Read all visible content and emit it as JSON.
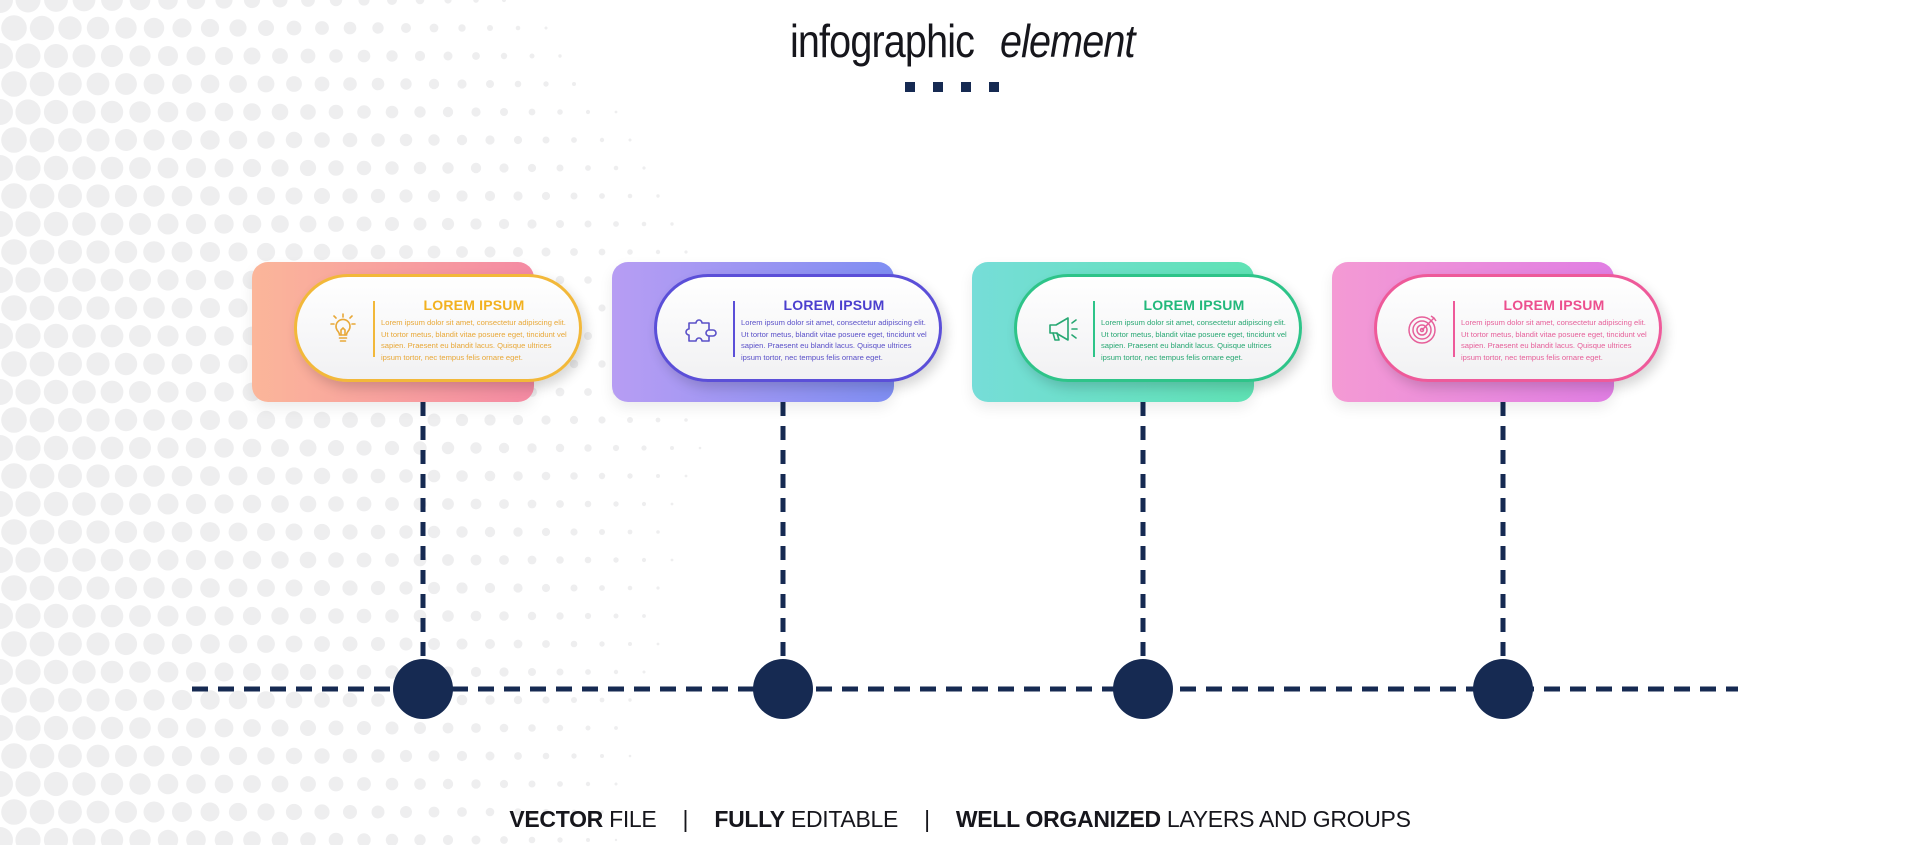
{
  "title": {
    "main": "infographic",
    "accent": "element"
  },
  "colors": {
    "navy": "#162a52",
    "step1": "#f2b83a",
    "step2": "#5b4fd8",
    "step3": "#2ec489",
    "step4": "#ee5a9a"
  },
  "steps": [
    {
      "title": "LOREM IPSUM",
      "icon": "lightbulb-icon",
      "body": "Lorem ipsum dolor sit amet, consectetur adipiscing elit. Ut tortor metus, blandit vitae posuere eget, tincidunt vel sapien. Praesent eu blandit lacus. Quisque ultrices ipsum tortor, nec tempus felis ornare eget."
    },
    {
      "title": "LOREM IPSUM",
      "icon": "puzzle-icon",
      "body": "Lorem ipsum dolor sit amet, consectetur adipiscing elit. Ut tortor metus, blandit vitae posuere eget, tincidunt vel sapien. Praesent eu blandit lacus. Quisque ultrices ipsum tortor, nec tempus felis ornare eget."
    },
    {
      "title": "LOREM IPSUM",
      "icon": "megaphone-icon",
      "body": "Lorem ipsum dolor sit amet, consectetur adipiscing elit. Ut tortor metus, blandit vitae posuere eget, tincidunt vel sapien. Praesent eu blandit lacus. Quisque ultrices ipsum tortor, nec tempus felis ornare eget."
    },
    {
      "title": "LOREM IPSUM",
      "icon": "target-icon",
      "body": "Lorem ipsum dolor sit amet, consectetur adipiscing elit. Ut tortor metus, blandit vitae posuere eget, tincidunt vel sapien. Praesent eu blandit lacus. Quisque ultrices ipsum tortor, nec tempus felis ornare eget."
    }
  ],
  "footer": {
    "part1_bold": "VECTOR",
    "part1_rest": " FILE",
    "sep": "|",
    "part2_bold": "FULLY",
    "part2_rest": " EDITABLE",
    "part3_bold": "WELL ORGANIZED",
    "part3_rest": " LAYERS AND GROUPS"
  }
}
